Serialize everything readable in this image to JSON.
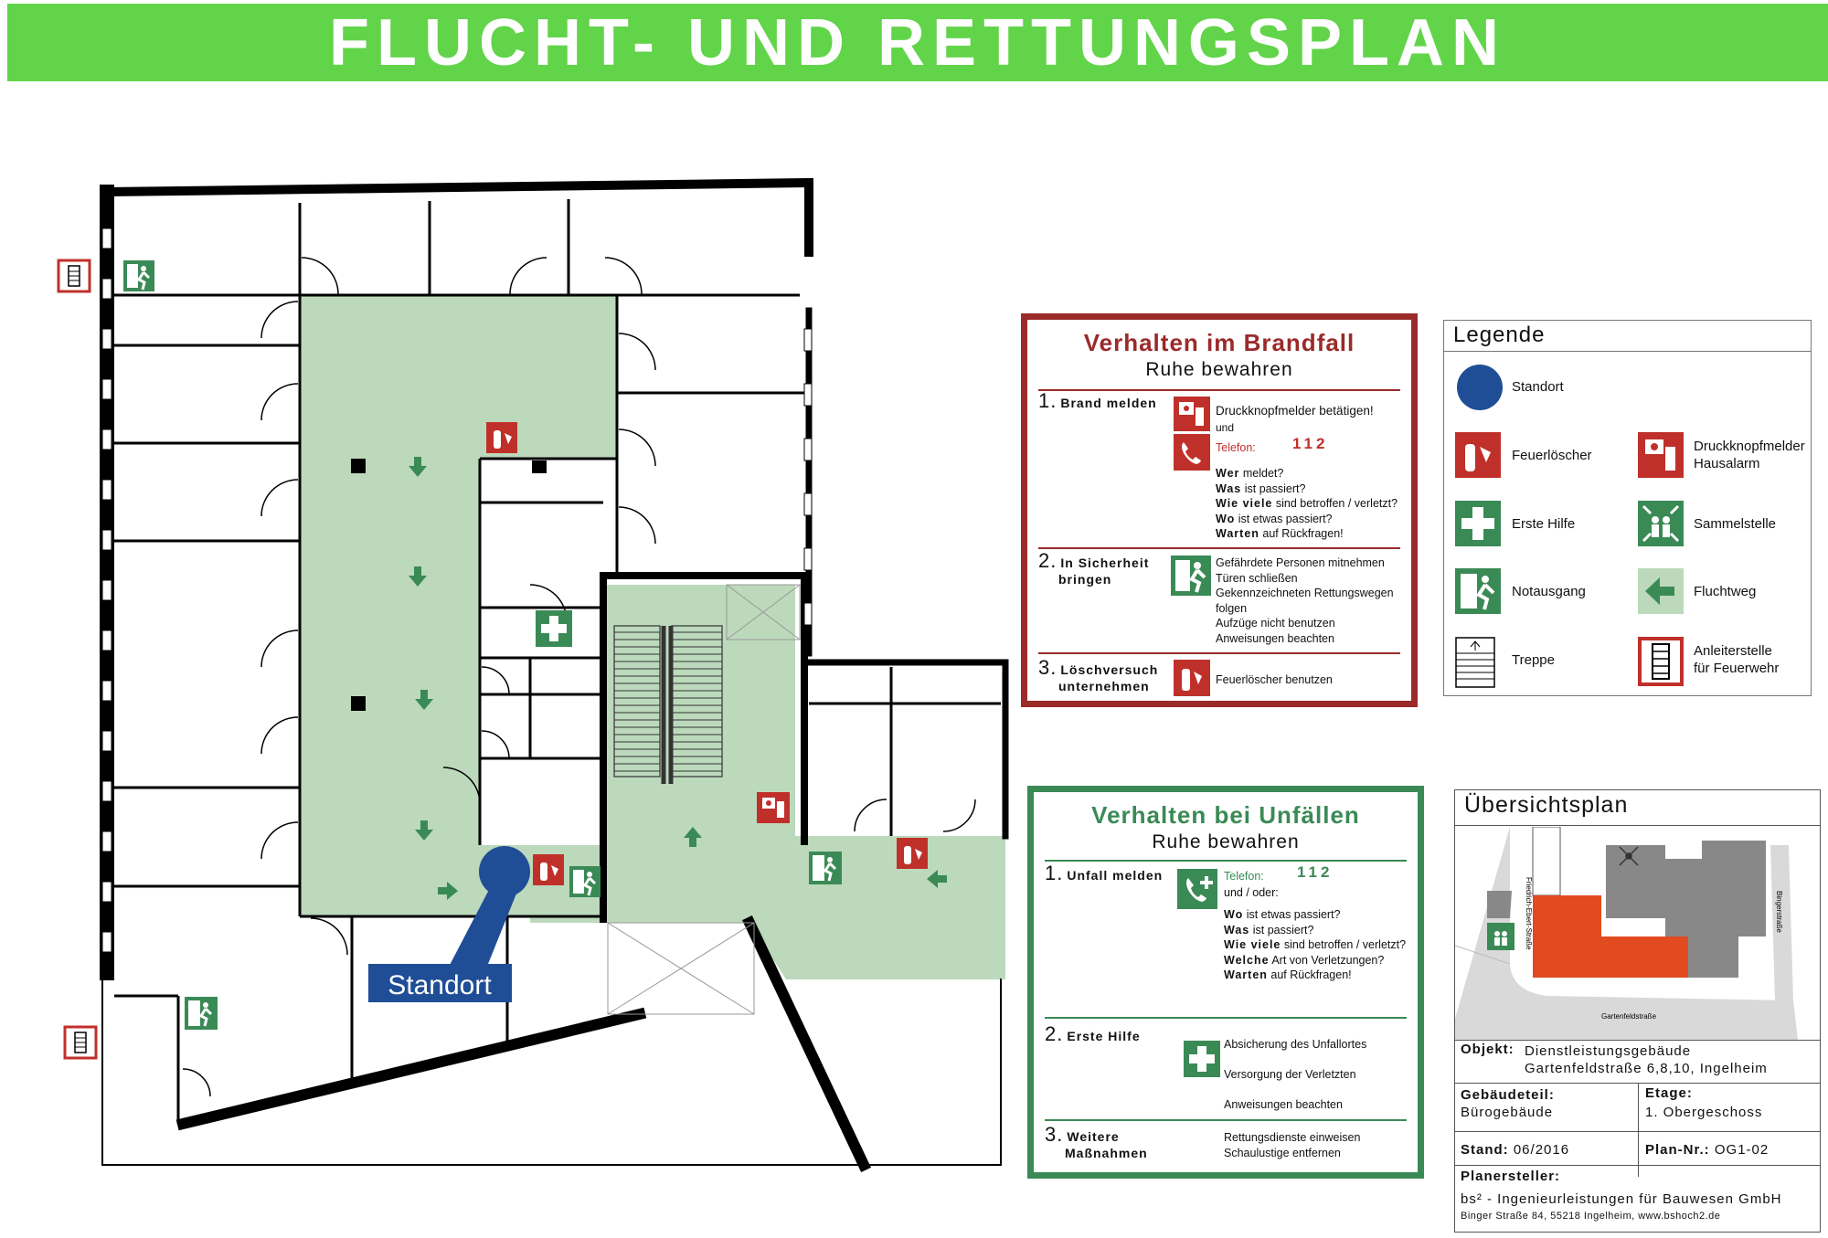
{
  "header": {
    "title": "FLUCHT- UND RETTUNGSPLAN"
  },
  "map": {
    "standort_label": "Standort",
    "colors": {
      "escape": "#bcd9bc",
      "green": "#3a8a55",
      "red": "#c0302b",
      "standort": "#1f4e96",
      "header": "#62d44a"
    }
  },
  "fire": {
    "title": "Verhalten im Brandfall",
    "subtitle": "Ruhe bewahren",
    "s1": {
      "num": "1.",
      "label": "Brand melden",
      "line1": "Druckknopfmelder betätigen!",
      "und": "und",
      "tel_label": "Telefon:",
      "tel": "112",
      "q1a": "Wer",
      "q1b": " meldet?",
      "q2a": "Was",
      "q2b": " ist passiert?",
      "q3a": "Wie viele",
      "q3b": " sind betroffen / verletzt?",
      "q4a": "Wo",
      "q4b": " ist etwas passiert?",
      "q5a": "Warten",
      "q5b": " auf Rückfragen!"
    },
    "s2": {
      "num": "2.",
      "label1": "In Sicherheit",
      "label2": "bringen",
      "l1": "Gefährdete Personen mitnehmen",
      "l2": "Türen schließen",
      "l3": "Gekennzeichneten Rettungswegen",
      "l4": "folgen",
      "l5": "Aufzüge nicht benutzen",
      "l6": "Anweisungen beachten"
    },
    "s3": {
      "num": "3.",
      "label1": "Löschversuch",
      "label2": "unternehmen",
      "l1": "Feuerlöscher benutzen"
    }
  },
  "accident": {
    "title": "Verhalten bei Unfällen",
    "subtitle": "Ruhe bewahren",
    "s1": {
      "num": "1.",
      "label": "Unfall melden",
      "tel_label": "Telefon:",
      "tel": "112",
      "oder": "und / oder:",
      "q1a": "Wo",
      "q1b": " ist etwas passiert?",
      "q2a": "Was",
      "q2b": " ist passiert?",
      "q3a": "Wie viele",
      "q3b": " sind betroffen / verletzt?",
      "q4a": "Welche",
      "q4b": " Art von Verletzungen?",
      "q5a": "Warten",
      "q5b": " auf Rückfragen!"
    },
    "s2": {
      "num": "2.",
      "label": "Erste Hilfe",
      "l1": "Absicherung des Unfallortes",
      "l2": "Versorgung der Verletzten",
      "l3": "Anweisungen beachten"
    },
    "s3": {
      "num": "3.",
      "label1": "Weitere",
      "label2": "Maßnahmen",
      "l1": "Rettungsdienste einweisen",
      "l2": "Schaulustige entfernen"
    }
  },
  "legend": {
    "title": "Legende",
    "standort": "Standort",
    "feuerloescher": "Feuerlöscher",
    "druck1": "Druckknopfmelder",
    "druck2": "Hausalarm",
    "erste_hilfe": "Erste Hilfe",
    "sammelstelle": "Sammelstelle",
    "notausgang": "Notausgang",
    "fluchtweg": "Fluchtweg",
    "treppe": "Treppe",
    "anleiter1": "Anleiterstelle",
    "anleiter2": "für Feuerwehr"
  },
  "overview": {
    "title": "Übersichtsplan",
    "street1": "Friedrich-Ebert-Straße",
    "street2": "Gartenfeldstraße",
    "street3": "Bingerstraße",
    "objekt_label": "Objekt:",
    "objekt1": "Dienstleistungsgebäude",
    "objekt2": "Gartenfeldstraße 6,8,10, Ingelheim",
    "gebaeudeteil_label": "Gebäudeteil:",
    "gebaeudeteil": "Bürogebäude",
    "etage_label": "Etage:",
    "etage": "1. Obergeschoss",
    "stand_label": "Stand:",
    "stand": "06/2016",
    "plannr_label": "Plan-Nr.:",
    "plannr": "OG1-02",
    "planersteller_label": "Planersteller:",
    "planersteller": "bs² - Ingenieurleistungen für Bauwesen GmbH",
    "adresse": "Binger Straße 84, 55218 Ingelheim, www.bshoch2.de"
  }
}
